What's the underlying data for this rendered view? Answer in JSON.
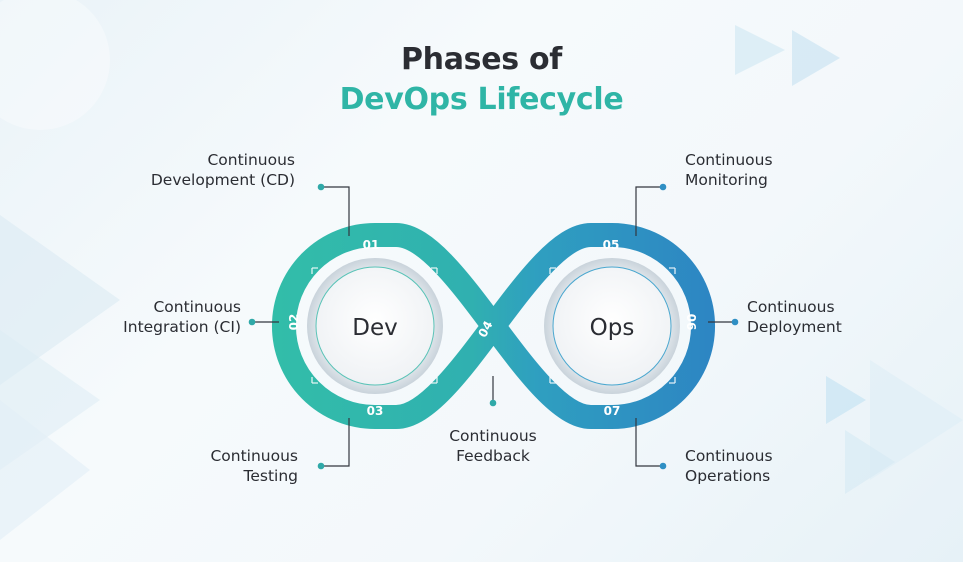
{
  "title": {
    "line1": "Phases of",
    "line2": "DevOps Lifecycle"
  },
  "loops": {
    "left": "Dev",
    "right": "Ops"
  },
  "phases": [
    {
      "number": "01",
      "line1": "Continuous",
      "line2": "Development (CD)"
    },
    {
      "number": "02",
      "line1": "Continuous",
      "line2": "Integration (CI)"
    },
    {
      "number": "03",
      "line1": "Continuous",
      "line2": "Testing"
    },
    {
      "number": "04",
      "line1": "Continuous",
      "line2": "Feedback"
    },
    {
      "number": "05",
      "line1": "Continuous",
      "line2": "Monitoring"
    },
    {
      "number": "06",
      "line1": "Continuous",
      "line2": "Deployment"
    },
    {
      "number": "07",
      "line1": "Continuous",
      "line2": "Operations"
    }
  ],
  "colors": {
    "dev_band": "#2fb9a8",
    "ops_band": "#2f8fc4",
    "title_dark": "#2b2d33",
    "title_accent": "#2fb5a6",
    "connector": "#33373f"
  }
}
